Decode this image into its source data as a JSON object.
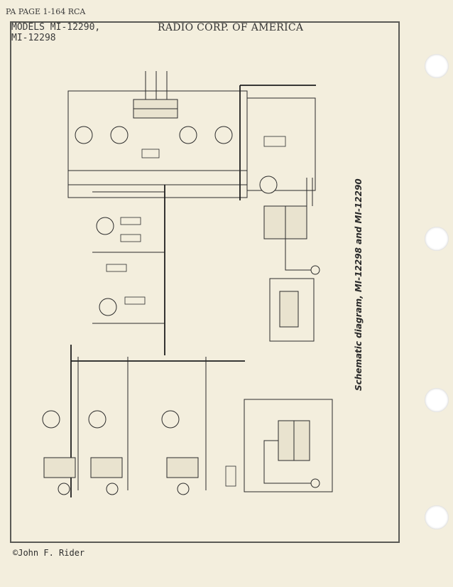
{
  "header": {
    "pa_page": "PA PAGE 1-164 RCA",
    "models_line1": "MODELS MI-12290,",
    "models_line2": "MI-12298",
    "manufacturer": "RADIO CORP. OF AMERICA"
  },
  "caption": "Schematic diagram, MI-12298 and MI-12290",
  "footer": {
    "copyright": "©John F. Rider"
  },
  "colors": {
    "paper": "#f3eedd",
    "ink": "#2b2b2b",
    "punch_hole": "#ffffff"
  }
}
